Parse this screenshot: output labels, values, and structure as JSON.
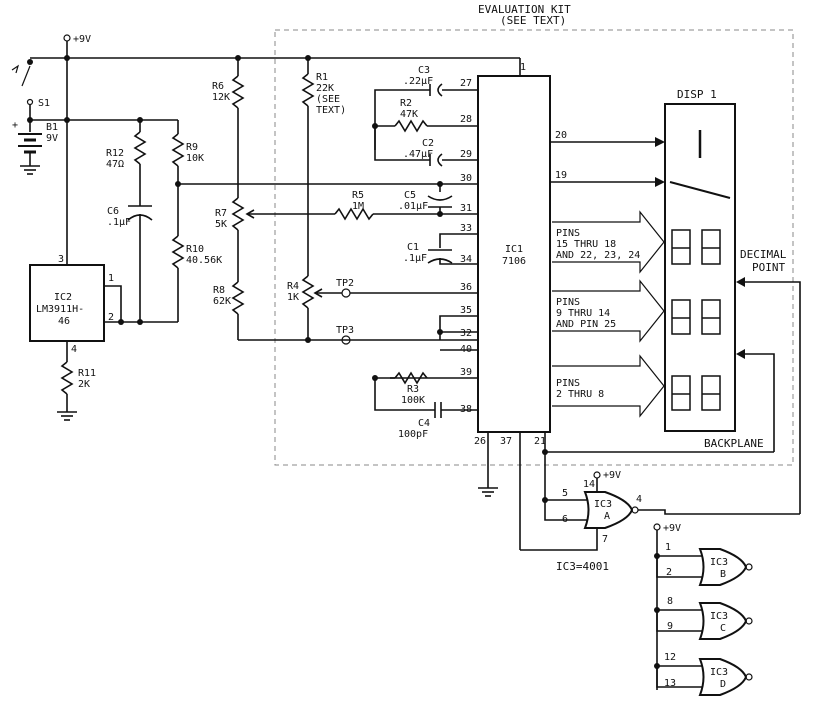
{
  "kit": {
    "title": "EVALUATION KIT",
    "subtitle": "(SEE TEXT)"
  },
  "supply": {
    "plus9v": "+9V"
  },
  "battery": {
    "switch": "S1",
    "name": "B1",
    "voltage": "9V"
  },
  "resistors": {
    "R1": {
      "name": "R1",
      "value": "22K",
      "note1": "(SEE",
      "note2": "TEXT)"
    },
    "R2": {
      "name": "R2",
      "value": "47K"
    },
    "R3": {
      "name": "R3",
      "value": "100K"
    },
    "R4": {
      "name": "R4",
      "value": "1K"
    },
    "R5": {
      "name": "R5",
      "value": "1M"
    },
    "R6": {
      "name": "R6",
      "value": "12K"
    },
    "R7": {
      "name": "R7",
      "value": "5K"
    },
    "R8": {
      "name": "R8",
      "value": "62K"
    },
    "R9": {
      "name": "R9",
      "value": "10K"
    },
    "R10": {
      "name": "R10",
      "value": "40.56K"
    },
    "R11": {
      "name": "R11",
      "value": "2K"
    },
    "R12": {
      "name": "R12",
      "value": "47Ω"
    }
  },
  "capacitors": {
    "C1": {
      "name": "C1",
      "value": ".1μF"
    },
    "C2": {
      "name": "C2",
      "value": ".47μF"
    },
    "C3": {
      "name": "C3",
      "value": ".22μF"
    },
    "C4": {
      "name": "C4",
      "value": "100pF"
    },
    "C5": {
      "name": "C5",
      "value": ".01μF"
    },
    "C6": {
      "name": "C6",
      "value": ".1μF"
    }
  },
  "ic1": {
    "name": "IC1",
    "part": "7106"
  },
  "ic2": {
    "name": "IC2",
    "part1": "LM3911H-",
    "part2": "46"
  },
  "ic3": {
    "name": "IC3",
    "note": "IC3=4001",
    "gates": [
      "A",
      "B",
      "C",
      "D"
    ]
  },
  "pins": {
    "p1": "1",
    "p27": "27",
    "p28": "28",
    "p29": "29",
    "p30": "30",
    "p31": "31",
    "p33": "33",
    "p34": "34",
    "p36": "36",
    "p35": "35",
    "p32": "32",
    "p40": "40",
    "p39": "39",
    "p38": "38",
    "p26": "26",
    "p37": "37",
    "p21": "21",
    "p20": "20",
    "p19": "19",
    "ic2_1": "1",
    "ic2_2": "2",
    "ic2_3": "3",
    "ic2_4": "4",
    "a5": "5",
    "a6": "6",
    "a4": "4",
    "a14": "14",
    "a7": "7",
    "b1": "1",
    "b2": "2",
    "c8": "8",
    "c9": "9",
    "d12": "12",
    "d13": "13"
  },
  "testpoints": {
    "tp2": "TP2",
    "tp3": "TP3"
  },
  "display": {
    "name": "DISP 1",
    "backplane": "BACKPLANE",
    "dp1": "DECIMAL",
    "dp2": "POINT"
  },
  "buses": [
    {
      "line1": "PINS",
      "line2": "15 THRU 18",
      "line3": "AND 22, 23, 24"
    },
    {
      "line1": "PINS",
      "line2": "9 THRU 14",
      "line3": "AND PIN 25"
    },
    {
      "line1": "PINS",
      "line2": "2 THRU 8",
      "line3": ""
    }
  ]
}
